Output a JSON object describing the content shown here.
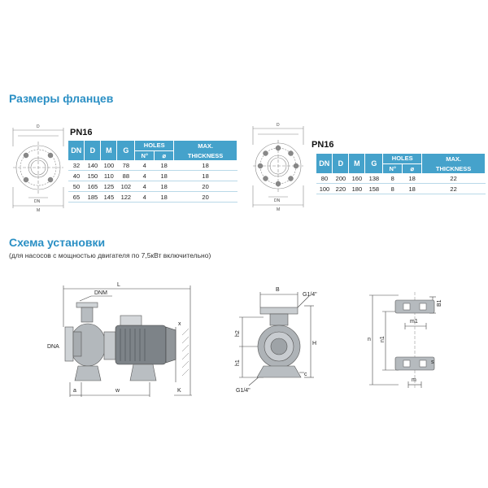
{
  "flange_section": {
    "title": "Размеры фланцев",
    "diagram_labels": {
      "d": "D",
      "dn": "DN",
      "m": "M"
    },
    "tables": [
      {
        "pn": "PN16",
        "headers": {
          "dn": "DN",
          "d": "D",
          "m": "M",
          "g": "G",
          "holes": "HOLES",
          "holes_n": "N°",
          "holes_d": "⌀",
          "max": "MAX.",
          "thickness": "THICKNESS"
        },
        "rows": [
          [
            "32",
            "140",
            "100",
            "78",
            "4",
            "18",
            "18"
          ],
          [
            "40",
            "150",
            "110",
            "88",
            "4",
            "18",
            "18"
          ],
          [
            "50",
            "165",
            "125",
            "102",
            "4",
            "18",
            "20"
          ],
          [
            "65",
            "185",
            "145",
            "122",
            "4",
            "18",
            "20"
          ]
        ]
      },
      {
        "pn": "PN16",
        "headers": {
          "dn": "DN",
          "d": "D",
          "m": "M",
          "g": "G",
          "holes": "HOLES",
          "holes_n": "N°",
          "holes_d": "⌀",
          "max": "MAX.",
          "thickness": "THICKNESS"
        },
        "rows": [
          [
            "80",
            "200",
            "160",
            "138",
            "8",
            "18",
            "22"
          ],
          [
            "100",
            "220",
            "180",
            "158",
            "8",
            "18",
            "22"
          ]
        ]
      }
    ]
  },
  "install_section": {
    "title": "Схема установки",
    "subtitle": "(для насосов с мощностью двигателя по 7,5кВт включительно)",
    "side_view": {
      "l": "L",
      "dnm": "DNM",
      "dna": "DNA",
      "x": "x",
      "a": "a",
      "w": "w",
      "k": "K"
    },
    "front_view": {
      "b": "B",
      "g_top": "G1/4\"",
      "h2": "h2",
      "h1": "h1",
      "h": "H",
      "c": "c",
      "g_bottom": "G1/4\""
    },
    "base_view": {
      "b1": "B1",
      "m1": "m1",
      "n": "n",
      "n1": "n1",
      "s": "s",
      "m": "m"
    }
  }
}
